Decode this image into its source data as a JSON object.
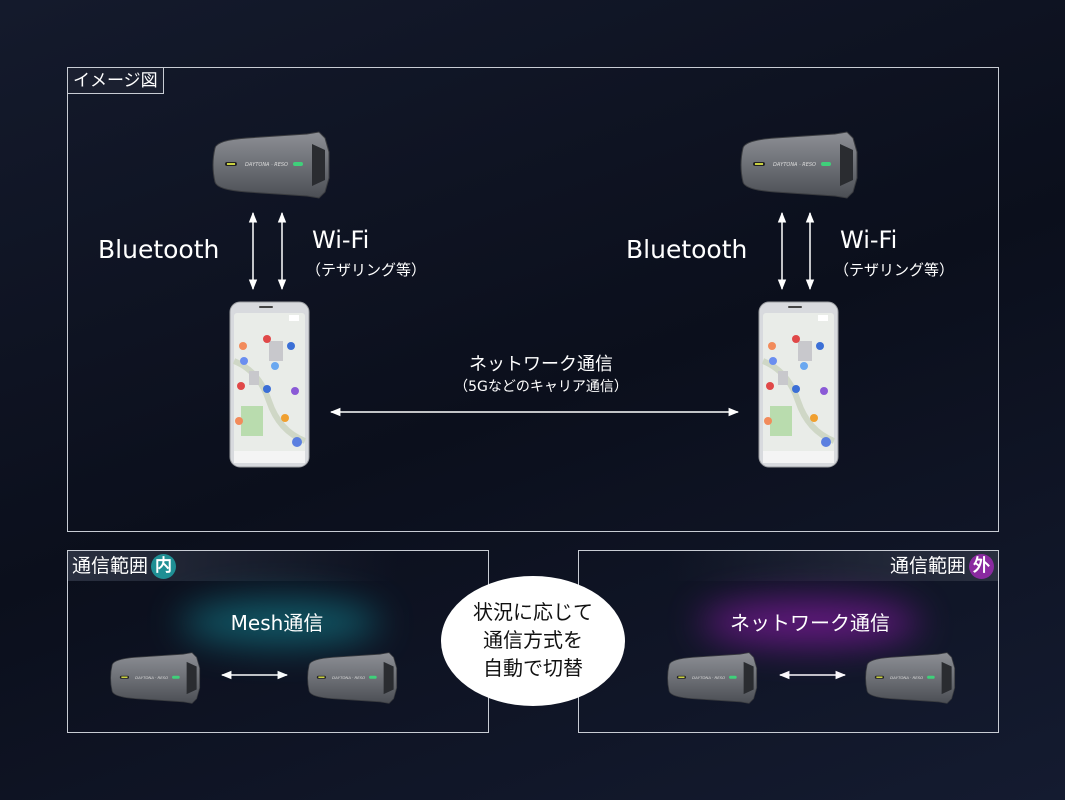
{
  "main_panel": {
    "label": "イメージ図",
    "left": {
      "bluetooth": "Bluetooth",
      "wifi": "Wi-Fi",
      "wifi_note": "（テザリング等）"
    },
    "right": {
      "bluetooth": "Bluetooth",
      "wifi": "Wi-Fi",
      "wifi_note": "（テザリング等）"
    },
    "network": {
      "title": "ネットワーク通信",
      "subtitle": "（5Gなどのキャリア通信）"
    }
  },
  "in_range": {
    "label": "通信範囲",
    "badge": "内",
    "badge_color": "#1f8f94",
    "mode": "Mesh通信",
    "glow_color": "#1a8a9a"
  },
  "out_range": {
    "label": "通信範囲",
    "badge": "外",
    "badge_color": "#8a2aa0",
    "mode": "ネットワーク通信",
    "glow_color": "#8a1fa8"
  },
  "bubble": {
    "lines": [
      "状況に応じて",
      "通信方式を",
      "自動で切替"
    ]
  }
}
